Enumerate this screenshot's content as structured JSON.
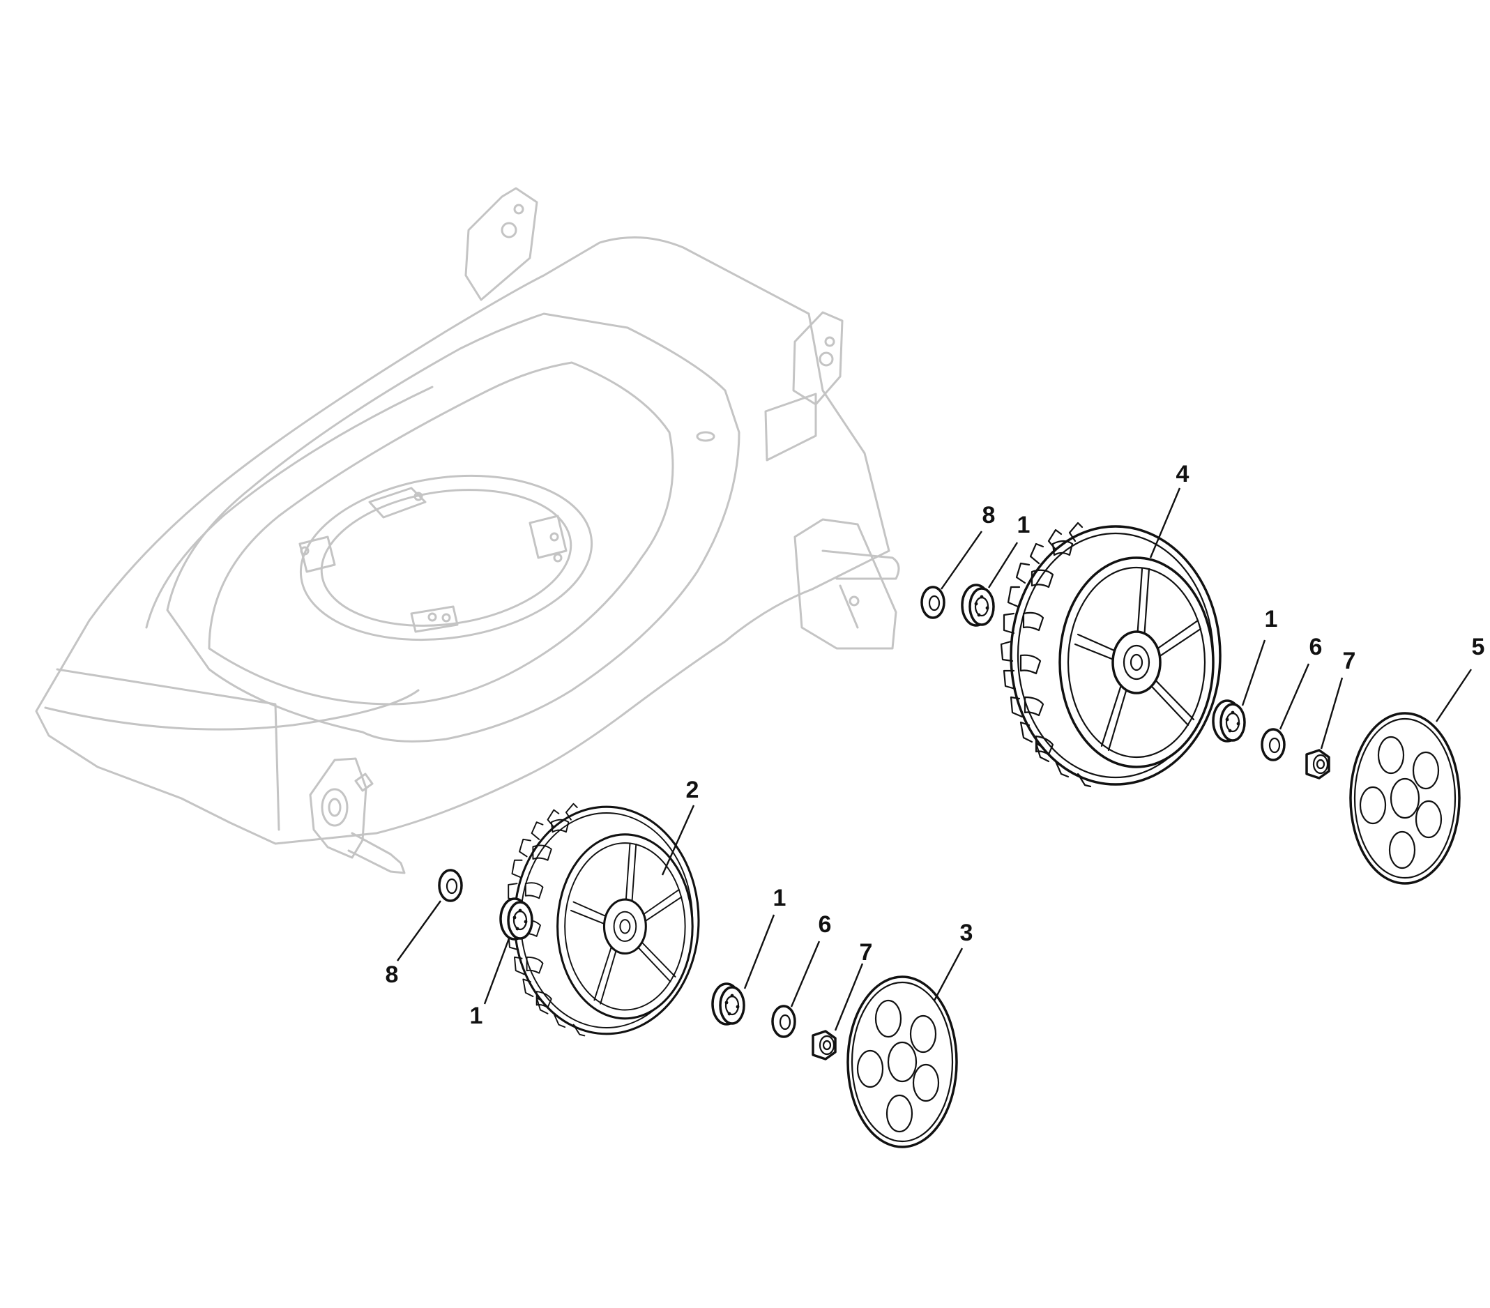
{
  "diagram": {
    "callouts": {
      "c1": "1",
      "c2": "1",
      "c3": "1",
      "c4": "1",
      "c5": "2",
      "c6": "3",
      "c7": "4",
      "c8": "5",
      "c9": "6",
      "c10": "6",
      "c11": "7",
      "c12": "7",
      "c13": "8",
      "c14": "8"
    }
  }
}
